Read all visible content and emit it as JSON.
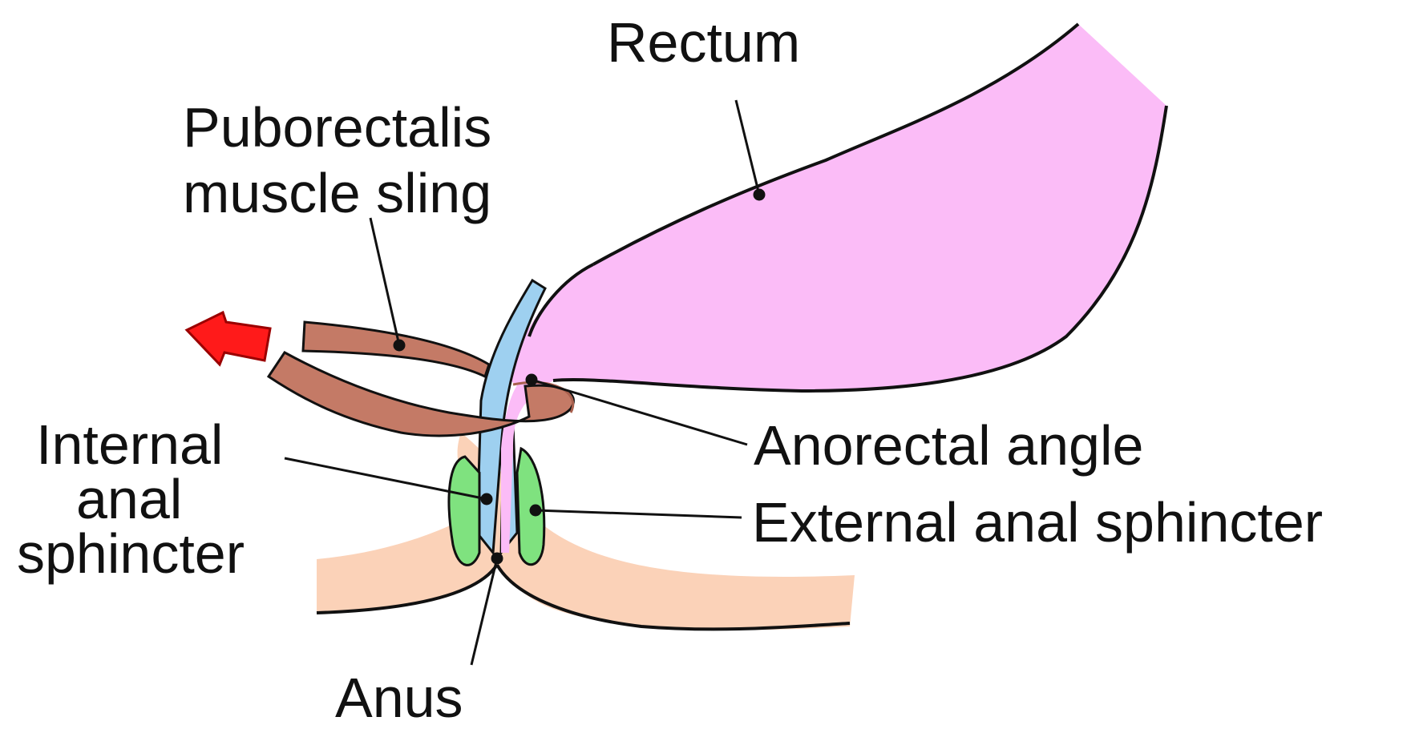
{
  "labels": {
    "rectum": "Rectum",
    "puborectalis_line1": "Puborectalis",
    "puborectalis_line2": "muscle sling",
    "internal_line1": "Internal",
    "internal_line2": "anal",
    "internal_line3": "sphincter",
    "anorectal_angle": "Anorectal angle",
    "external_sphincter": "External anal sphincter",
    "anus": "Anus"
  },
  "colors": {
    "rectum": "#fbbcf7",
    "rectum_edge": "#f59af0",
    "sling": "#c47a66",
    "sling_edge": "#a8604e",
    "internal_sphincter": "#9ed0f0",
    "external_sphincter": "#7fe27f",
    "skin": "#fbd2b8",
    "skin_edge": "#eab08f",
    "arrow": "#ff1a1a",
    "outline": "#111111"
  }
}
